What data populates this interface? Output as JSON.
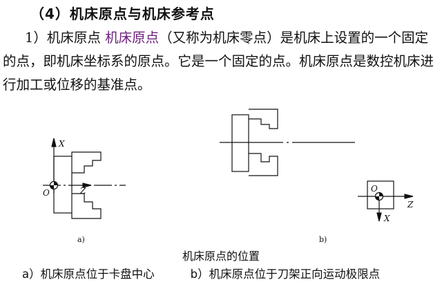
{
  "heading": "（4）机床原点与机床参考点",
  "paragraph": {
    "lead": "1）机床原点 ",
    "term": "机床原点",
    "rest": "（又称为机床零点）是机床上设置的一个固定的点，即机床坐标系的原点。它是一个固定的点。机床原点是数控机床进行加工或位移的基准点。"
  },
  "figure": {
    "axis_x": "X",
    "axis_z": "Z",
    "origin_o": "O",
    "label_a": "a)",
    "label_b": "b)"
  },
  "caption": "机床原点的位置",
  "legend": {
    "a": "a）机床原点位于卡盘中心",
    "b": "b）机床原点位于刀架正向运动极限点"
  }
}
